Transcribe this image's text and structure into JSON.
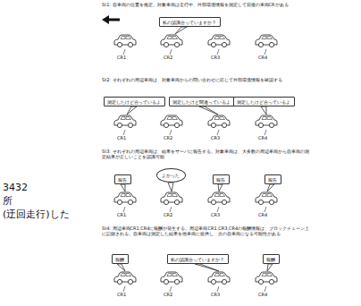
{
  "diagram": {
    "nodes": [
      {
        "text": [
          "私の認識合っていますか？"
        ]
      },
      {
        "text": [
          "測定したけど合っているよ"
        ]
      },
      {
        "text": [
          "測定したけど間違っているよ"
        ]
      },
      {
        "text": [
          "測定したけど合っているよ"
        ]
      },
      {
        "text": [
          "報告"
        ]
      },
      {
        "text": [
          "よかった"
        ]
      },
      {
        "text": [
          "報告"
        ]
      },
      {
        "text": [
          "報告"
        ]
      },
      {
        "text": [
          "報酬"
        ]
      },
      {
        "text": [
          "私の認識合っていますか？"
        ]
      },
      {
        "text": [
          "報酬"
        ]
      }
    ],
    "labels": [
      "St1: 自車両の位置を推定。対象車両は走行中、外部環境情報を測定して前後の車両CRがある",
      "CR1",
      "CR2",
      "CR3",
      "CR4",
      "St2: それぞれの周辺車両は、対象車両からの問い合わせに応じて外部環境情報を確認する",
      "CR1",
      "CR2",
      "CR3",
      "CR4",
      "St3: それぞれの周辺車両は、結果をサーバに報告する。対象車両は、大多数の周辺車両から自車両の測定結果が正しいことを認識可能",
      "CR1",
      "CR2",
      "CR3",
      "CR4",
      "St4: 周辺車両CR1,CR4に報酬が発生する。周辺車両CR1,CR3,CR4の報酬情報は、ブロックチェーン上に記録される。自車両は測定した結果を他車両に提供し、次の自車両になる可能性がある",
      "CR1",
      "CR2",
      "CR3",
      "CR4",
      "3432",
      "所",
      "(迂回走行)した"
    ]
  }
}
